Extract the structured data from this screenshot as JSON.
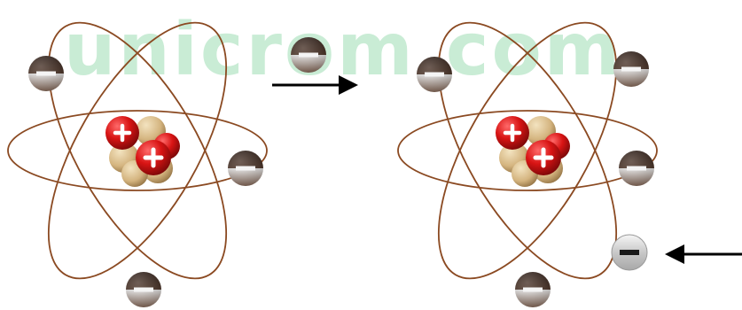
{
  "watermark": {
    "text": "unicrom.com"
  },
  "atoms": [
    {
      "id": "atom-left",
      "electrons": 4,
      "nucleus": {
        "protons": 3,
        "neutrons": 4
      }
    },
    {
      "id": "atom-right",
      "electrons": 5,
      "nucleus": {
        "protons": 3,
        "neutrons": 4
      }
    }
  ],
  "incoming_electron": {
    "charge_symbol": "−"
  },
  "colors": {
    "orbit": "#8b4a22",
    "electron_top": "#3a2418",
    "electron_bottom": "#7a5038",
    "added_electron": "#d9d9d9",
    "proton": "#d51515",
    "neutron": "#d7b98a",
    "arrow": "#000000",
    "watermark": "#7fd29c"
  },
  "icons": [
    "electron-icon",
    "proton-icon",
    "neutron-icon",
    "arrow-right-icon",
    "arrow-left-icon"
  ]
}
